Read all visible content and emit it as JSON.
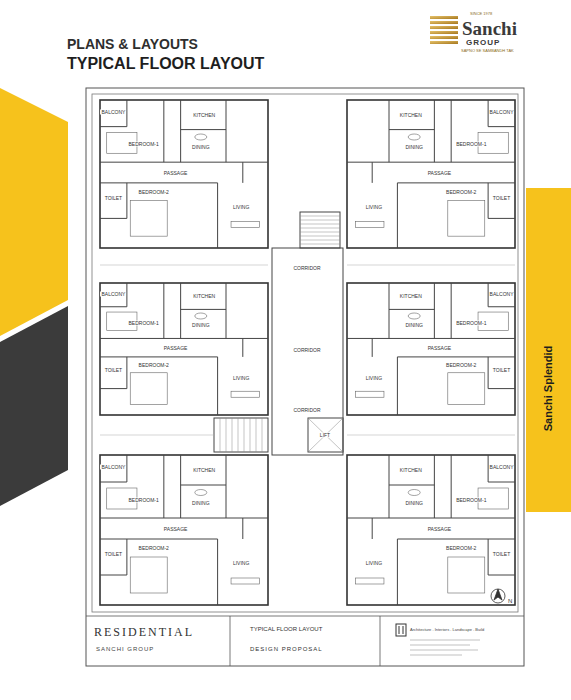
{
  "diagram": {
    "title": "PLANS & LAYOUTS",
    "nodes": [
      {
        "text": [
          "Sanchi Splendid"
        ]
      }
    ],
    "labels": [
      "TYPICAL FLOOR LAYOUT",
      "Sanchi",
      "GROUP",
      "SINCE 1978",
      "SAPNO SE SAMBANDH TAK",
      "BEDROOM-1",
      "BEDROOM-2",
      "LIVING",
      "KITCHEN",
      "DINING",
      "TOILET",
      "BALCONY",
      "PASSAGE",
      "BEDROOM-1",
      "BEDROOM-2",
      "LIVING",
      "KITCHEN",
      "DINING",
      "TOILET",
      "BALCONY",
      "PASSAGE",
      "BEDROOM-1",
      "BEDROOM-2",
      "LIVING",
      "KITCHEN",
      "DINING",
      "TOILET",
      "BALCONY",
      "PASSAGE",
      "BEDROOM-1",
      "BEDROOM-2",
      "LIVING",
      "KITCHEN",
      "DINING",
      "TOILET",
      "BALCONY",
      "PASSAGE",
      "BEDROOM-1",
      "BEDROOM-2",
      "LIVING",
      "KITCHEN",
      "DINING",
      "TOILET",
      "BALCONY",
      "PASSAGE",
      "BEDROOM-1",
      "BEDROOM-2",
      "LIVING",
      "KITCHEN",
      "DINING",
      "TOILET",
      "BALCONY",
      "PASSAGE",
      "CORRIDOR",
      "CORRIDOR",
      "CORRIDOR",
      "LIFT",
      "RESIDENTIAL",
      "SANCHI GROUP",
      "TYPICAL FLOOR LAYOUT",
      "DESIGN PROPOSAL",
      "Architecture . Interiors . Landscape . Build",
      "N"
    ]
  }
}
